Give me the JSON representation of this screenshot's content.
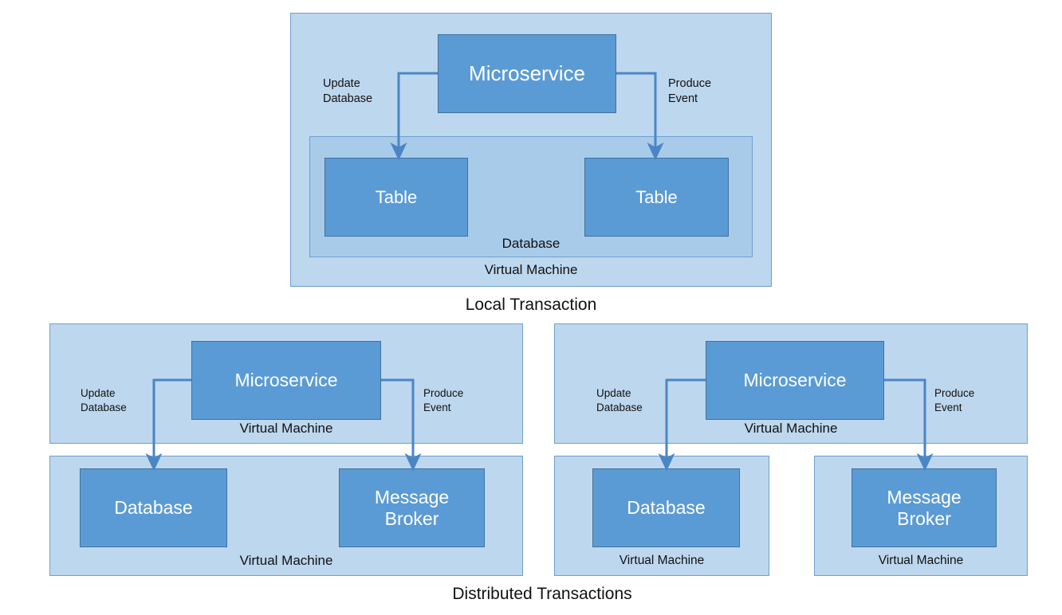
{
  "diagram": {
    "title_top": "Local Transaction",
    "title_bottom": "Distributed Transactions",
    "colors": {
      "container_fill": "#bdd7ee",
      "container_inner_fill": "#a8cbea",
      "container_stroke": "#6f9fcd",
      "node_fill": "#5b9bd5",
      "node_stroke": "#41719c",
      "connector_stroke": "#4a86c5",
      "text_dark": "#111111",
      "text_light": "#ffffff"
    }
  },
  "local_transaction": {
    "vm_label": "Virtual Machine",
    "database_label": "Database",
    "microservice_label": "Microservice",
    "table_left_label": "Table",
    "table_right_label": "Table",
    "edge_update_label": "Update\nDatabase",
    "edge_produce_label": "Produce\nEvent"
  },
  "distributed_left": {
    "vm_top_label": "Virtual Machine",
    "vm_bottom_label": "Virtual Machine",
    "microservice_label": "Microservice",
    "database_label": "Database",
    "message_broker_label": "Message\nBroker",
    "edge_update_label": "Update\nDatabase",
    "edge_produce_label": "Produce\nEvent"
  },
  "distributed_right": {
    "vm_top_label": "Virtual Machine",
    "vm_db_label": "Virtual Machine",
    "vm_broker_label": "Virtual Machine",
    "microservice_label": "Microservice",
    "database_label": "Database",
    "message_broker_label": "Message\nBroker",
    "edge_update_label": "Update\nDatabase",
    "edge_produce_label": "Produce\nEvent"
  }
}
